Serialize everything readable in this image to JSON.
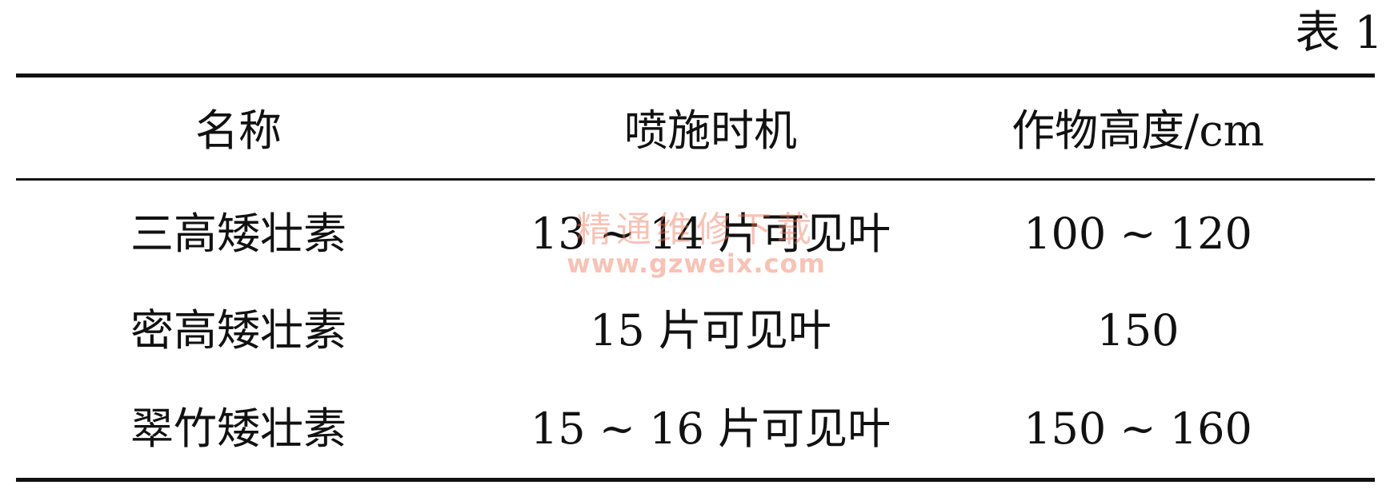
{
  "caption": "表 1",
  "table": {
    "headers": [
      "名称",
      "喷施时机",
      "作物高度/cm"
    ],
    "rows": [
      [
        "三高矮壮素",
        "13 ~ 14 片可见叶",
        "100 ~ 120"
      ],
      [
        "密高矮壮素",
        "15 片可见叶",
        "150"
      ],
      [
        "翠竹矮壮素",
        "15 ~ 16 片可见叶",
        "150 ~ 160"
      ]
    ]
  },
  "watermark": {
    "text": "精通维修下载",
    "url": "www.gzweix.com"
  },
  "colors": {
    "text": "#111111",
    "rule": "#111111",
    "watermark": "#f0785a"
  }
}
